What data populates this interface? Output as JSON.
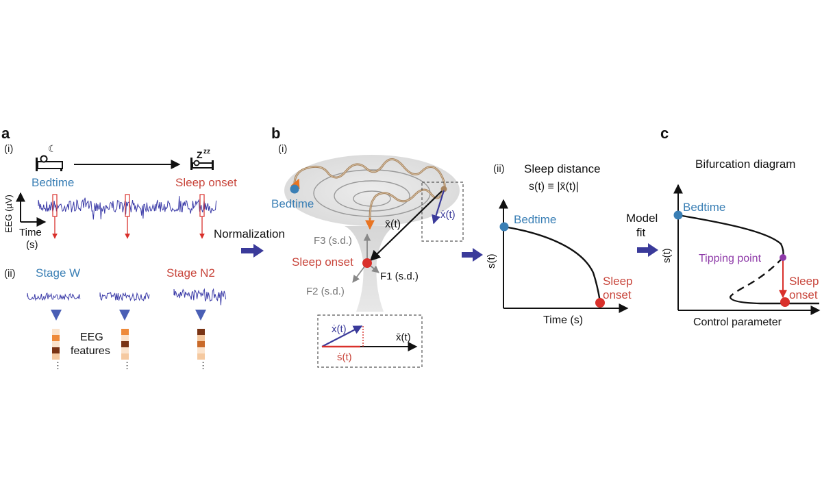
{
  "panel_a": {
    "letter": "a",
    "part_i": "(i)",
    "part_ii": "(ii)",
    "bedtime": "Bedtime",
    "sleep_onset": "Sleep onset",
    "moon_symbol": "☾",
    "zzz": "Z",
    "zzz_small": "zz",
    "eeg_axis": "EEG (µV)",
    "time_axis": "Time",
    "time_unit": "(s)",
    "stage_w": "Stage W",
    "stage_n2": "Stage N2",
    "features_line1": "EEG",
    "features_line2": "features",
    "ellipsis": "⋮"
  },
  "normalization": "Normalization",
  "panel_b": {
    "letter": "b",
    "part_i": "(i)",
    "part_ii": "(ii)",
    "bedtime": "Bedtime",
    "sleep_onset": "Sleep onset",
    "x_vec": "x̄(t)",
    "x_dot": "ẋ(t)",
    "f1": "F1 (s.d.)",
    "f2": "F2 (s.d.)",
    "f3": "F3 (s.d.)",
    "inset_xdot": "ẋ(t)",
    "inset_sdot": "ṡ(t)",
    "inset_xbar": "x̄(t)",
    "distance_title": "Sleep distance",
    "distance_formula": "s(t) ≡ |x̄(t)|",
    "plot_bedtime": "Bedtime",
    "plot_sleep": "Sleep",
    "plot_onset": "onset",
    "y_axis": "s(t)",
    "x_axis": "Time (s)"
  },
  "model_fit": {
    "line1": "Model",
    "line2": "fit"
  },
  "panel_c": {
    "letter": "c",
    "title": "Bifurcation diagram",
    "bedtime": "Bedtime",
    "tipping_point": "Tipping point",
    "sleep": "Sleep",
    "onset": "onset",
    "y_axis": "s(t)",
    "x_axis": "Control parameter"
  },
  "colors": {
    "bedtime_blue": "#3a7fb5",
    "onset_red": "#d9302b",
    "arrow_navy": "#3a3a9a",
    "trajectory_brown": "#a88560",
    "eeg_blue": "#3c3ca8",
    "tipping_purple": "#8e3aa8"
  }
}
